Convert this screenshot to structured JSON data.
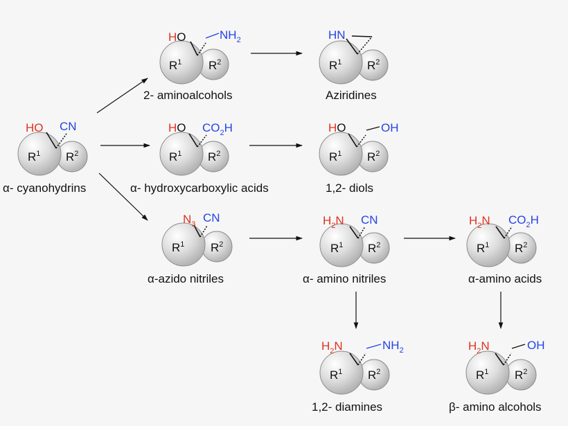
{
  "colors": {
    "accent_red": "#e0311f",
    "accent_blue": "#2443e6",
    "ball_fill": "#dedede",
    "ball_stroke": "#8c8c8c",
    "arrow": "#111111"
  },
  "icons": {
    "arrow": "arrow-icon",
    "sphere": "sphere-icon"
  },
  "compounds": {
    "cyanohydrins": {
      "name": "α- cyanohydrins",
      "left": "HO",
      "right": "CN",
      "r1": "R",
      "r1_sup": "1",
      "r2": "R",
      "r2_sup": "2"
    },
    "aminoalcohols": {
      "name": "2- aminoalcohols",
      "left": "HO",
      "right": "NH",
      "right_sub": "2",
      "r1": "R",
      "r1_sup": "1",
      "r2": "R",
      "r2_sup": "2"
    },
    "aziridines": {
      "name": "Aziridines",
      "left": "HN",
      "r1": "R",
      "r1_sup": "1",
      "r2": "R",
      "r2_sup": "2"
    },
    "hydroxyacids": {
      "name": "α- hydroxycarboxylic acids",
      "left": "HO",
      "right": "CO",
      "right_sub": "2",
      "right_tail": "H",
      "r1": "R",
      "r1_sup": "1",
      "r2": "R",
      "r2_sup": "2"
    },
    "diols": {
      "name": "1,2- diols",
      "left": "HO",
      "right": "OH",
      "r1": "R",
      "r1_sup": "1",
      "r2": "R",
      "r2_sup": "2"
    },
    "azidonitriles": {
      "name": "α-azido nitriles",
      "left": "N",
      "left_sub": "3",
      "right": "CN",
      "r1": "R",
      "r1_sup": "1",
      "r2": "R",
      "r2_sup": "2"
    },
    "aminonitriles": {
      "name": "α- amino nitriles",
      "left": "H",
      "left_sub": "2",
      "left_tail": "N",
      "right": "CN",
      "r1": "R",
      "r1_sup": "1",
      "r2": "R",
      "r2_sup": "2"
    },
    "aminoacids": {
      "name": "α-amino acids",
      "left": "H",
      "left_sub": "2",
      "left_tail": "N",
      "right": "CO",
      "right_sub": "2",
      "right_tail": "H",
      "r1": "R",
      "r1_sup": "1",
      "r2": "R",
      "r2_sup": "2"
    },
    "diamines": {
      "name": "1,2- diamines",
      "left": "H",
      "left_sub": "2",
      "left_tail": "N",
      "right": "NH",
      "right_sub": "2",
      "r1": "R",
      "r1_sup": "1",
      "r2": "R",
      "r2_sup": "2"
    },
    "aminoalcohols_beta": {
      "name": "β- amino alcohols",
      "left": "H",
      "left_sub": "2",
      "left_tail": "N",
      "right": "OH",
      "r1": "R",
      "r1_sup": "1",
      "r2": "R",
      "r2_sup": "2"
    }
  }
}
